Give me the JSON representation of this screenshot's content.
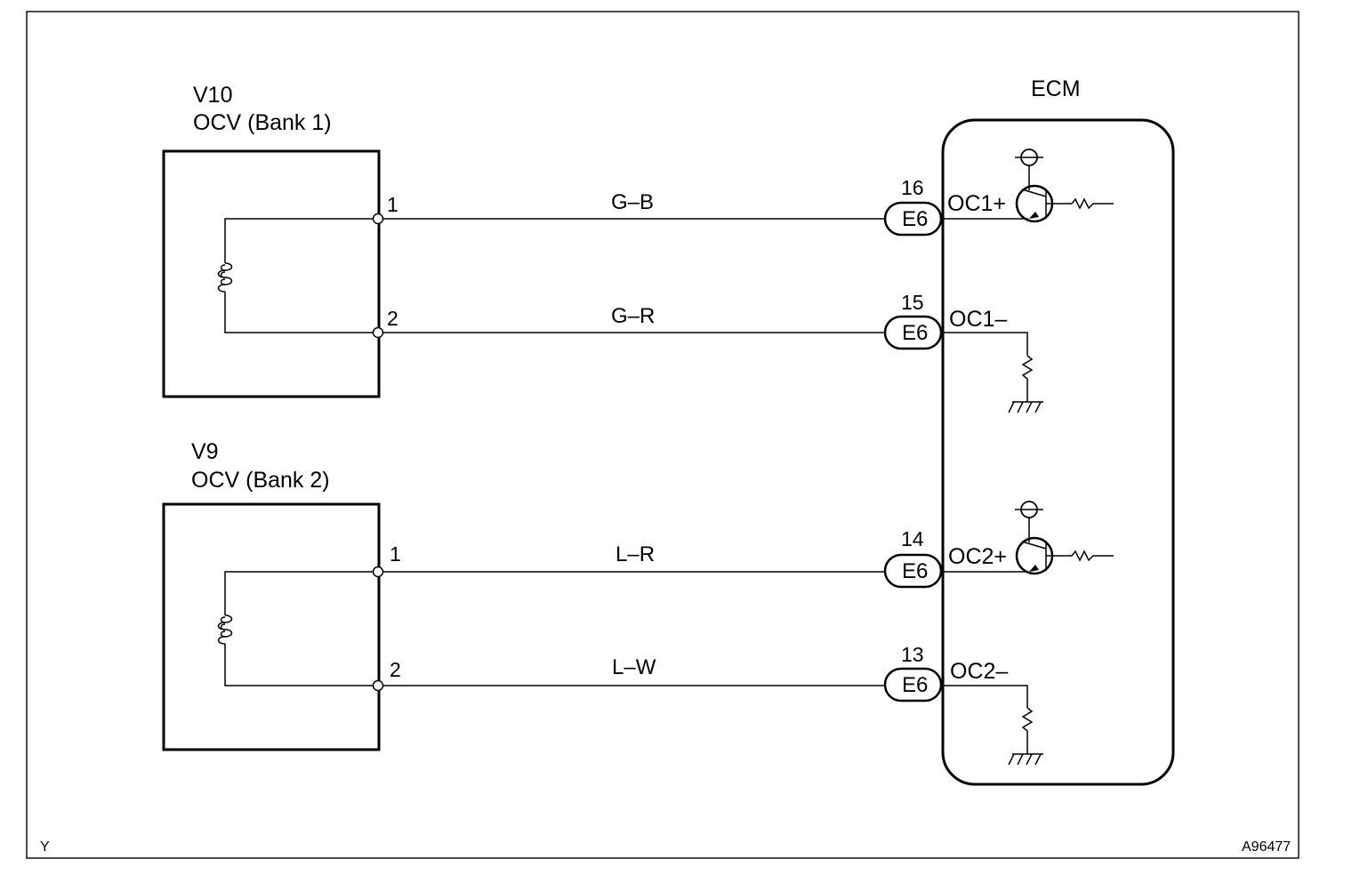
{
  "components": {
    "v10": {
      "code": "V10",
      "name": "OCV (Bank 1)",
      "pin1": "1",
      "pin2": "2"
    },
    "v9": {
      "code": "V9",
      "name": "OCV (Bank 2)",
      "pin1": "1",
      "pin2": "2"
    },
    "ecm": {
      "name": "ECM"
    }
  },
  "wires": [
    {
      "color": "G–B",
      "pin": "16",
      "connector": "E6",
      "terminal": "OC1+"
    },
    {
      "color": "G–R",
      "pin": "15",
      "connector": "E6",
      "terminal": "OC1–"
    },
    {
      "color": "L–R",
      "pin": "14",
      "connector": "E6",
      "terminal": "OC2+"
    },
    {
      "color": "L–W",
      "pin": "13",
      "connector": "E6",
      "terminal": "OC2–"
    }
  ],
  "footer": {
    "left": "Y",
    "right": "A96477"
  }
}
